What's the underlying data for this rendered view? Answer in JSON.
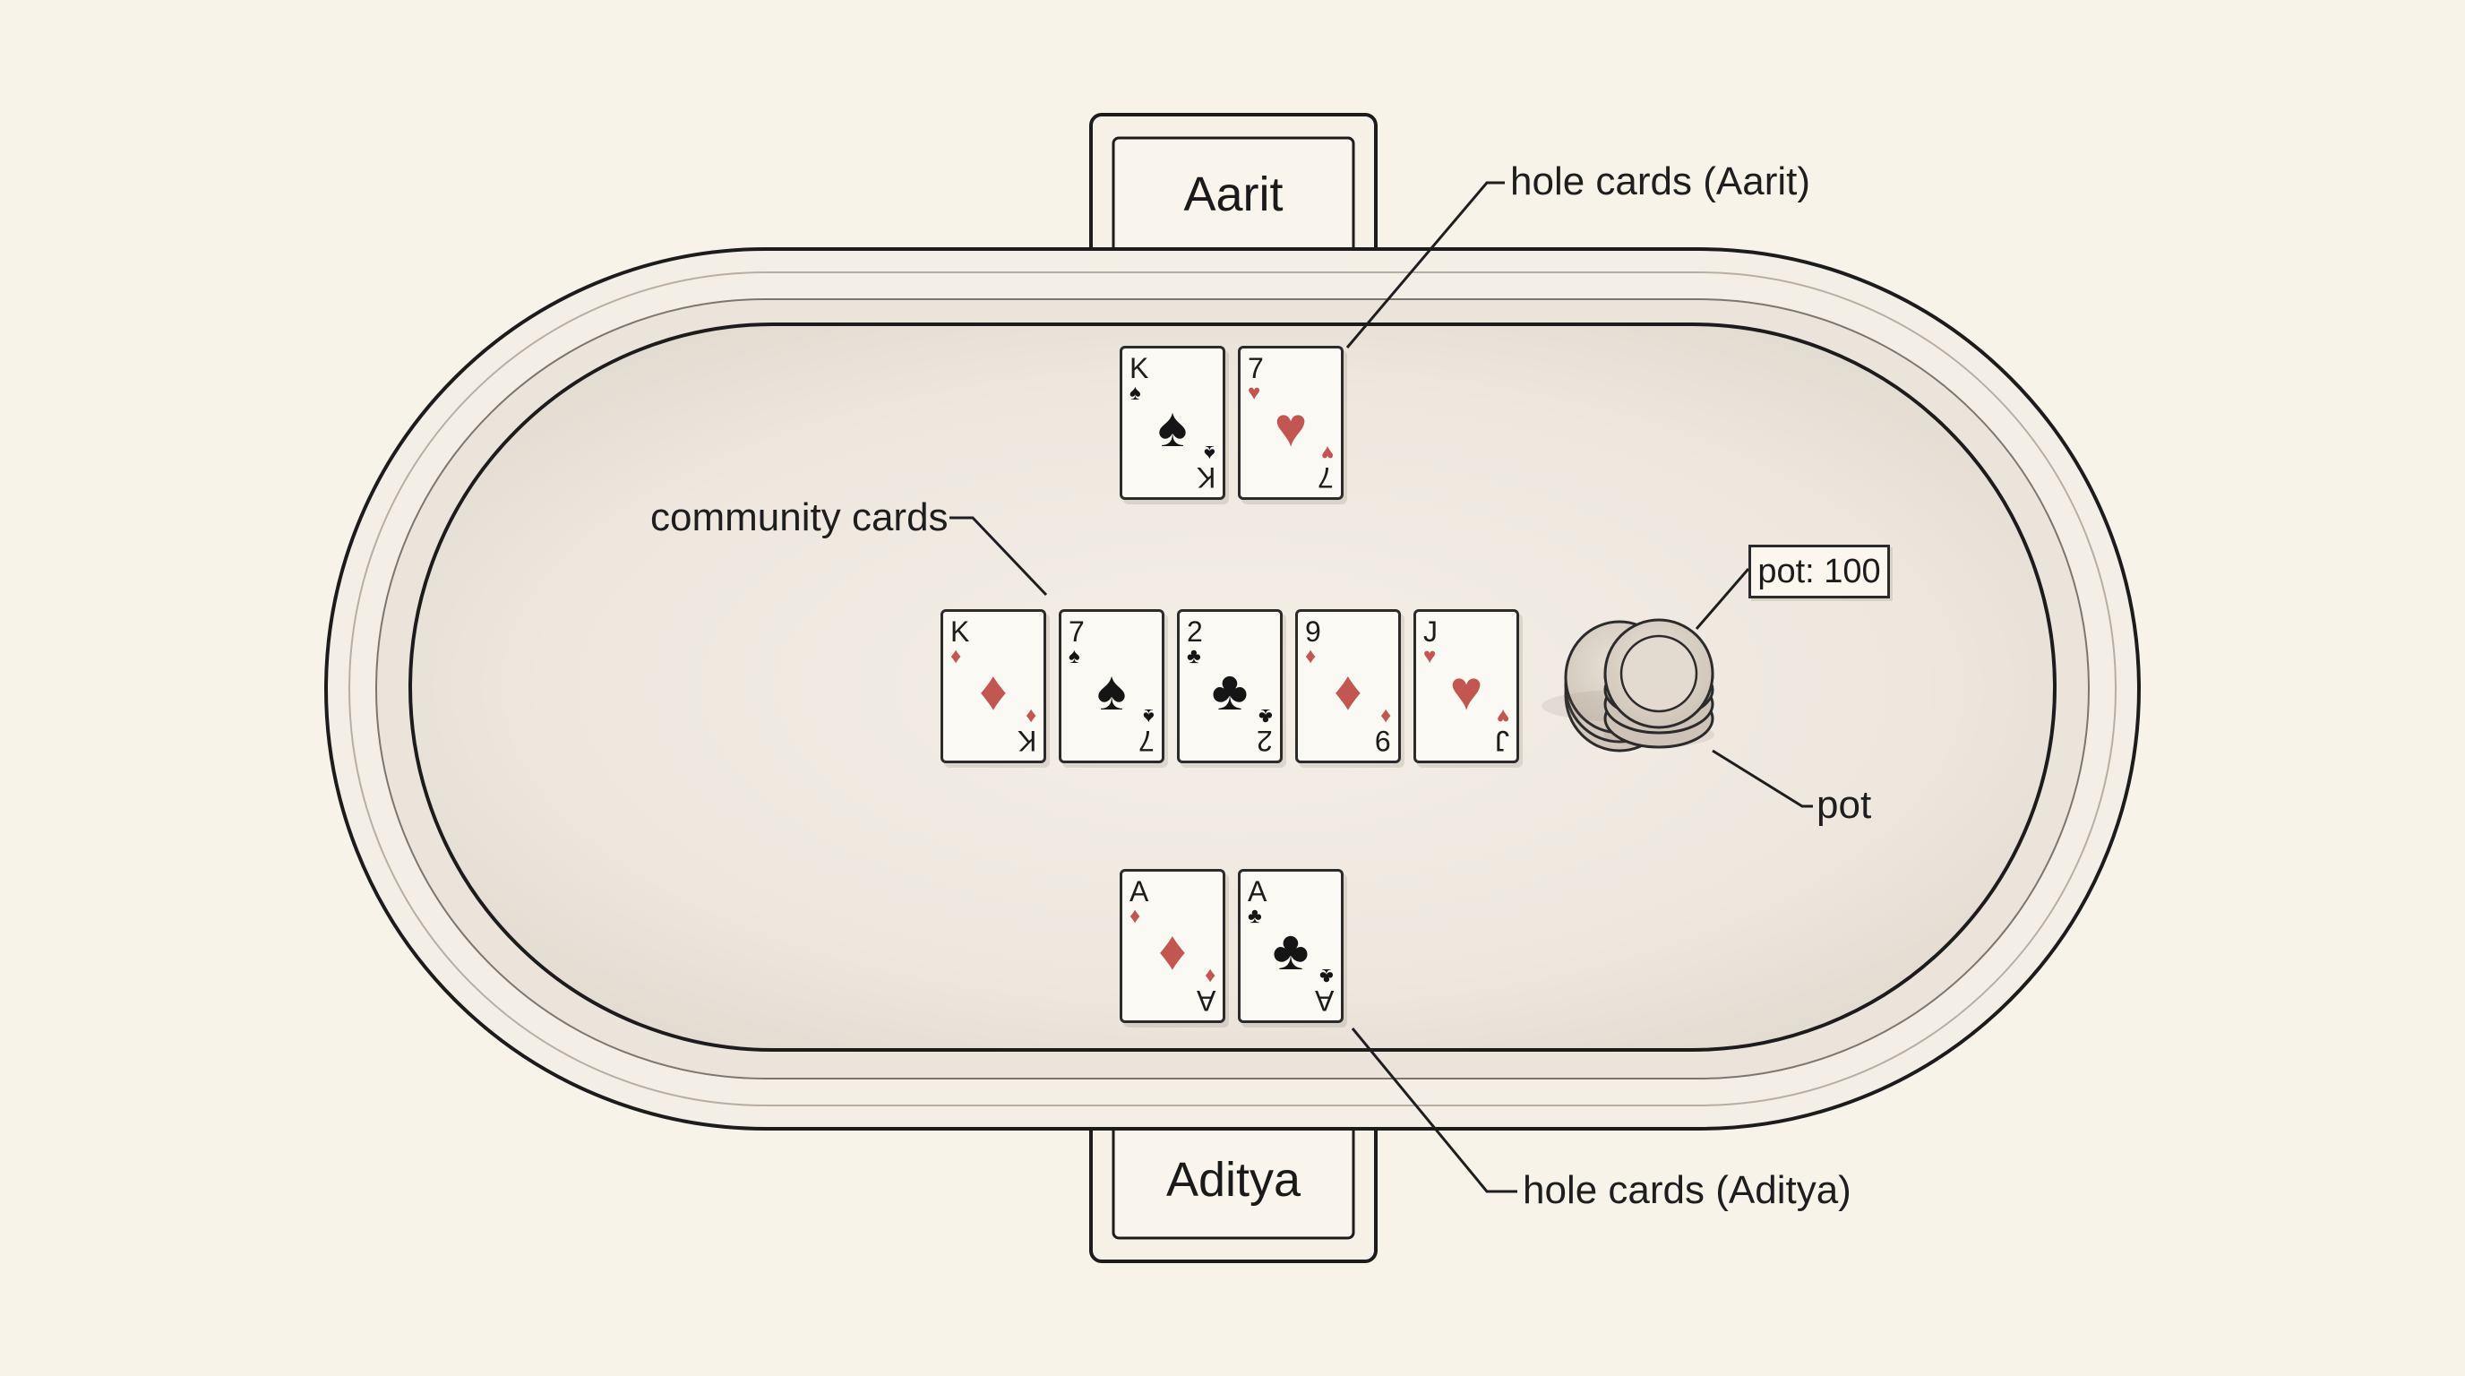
{
  "colors": {
    "background": "#f8f3e8",
    "felt": "#efe9e0",
    "line": "#1c1c1c",
    "red_suit": "#c25752",
    "black_suit": "#151515",
    "chip_fill": "#dcd3c8"
  },
  "seats": {
    "top": {
      "name": "Aarit"
    },
    "bottom": {
      "name": "Aditya"
    }
  },
  "cards": {
    "aarit_hole": [
      {
        "rank": "K",
        "suit": "spade"
      },
      {
        "rank": "7",
        "suit": "heart"
      }
    ],
    "community": [
      {
        "rank": "K",
        "suit": "diamond"
      },
      {
        "rank": "7",
        "suit": "spade"
      },
      {
        "rank": "2",
        "suit": "club"
      },
      {
        "rank": "9",
        "suit": "diamond"
      },
      {
        "rank": "J",
        "suit": "heart"
      }
    ],
    "aditya_hole": [
      {
        "rank": "A",
        "suit": "diamond"
      },
      {
        "rank": "A",
        "suit": "club"
      }
    ]
  },
  "suit_icons": {
    "spade": "spade-icon",
    "heart": "heart-icon",
    "diamond": "diamond-icon",
    "club": "club-icon"
  },
  "labels": {
    "hole_cards_aarit": "hole cards (Aarit)",
    "community_cards": "community cards",
    "pot_value": "pot: 100",
    "pot": "pot",
    "hole_cards_aditya": "hole cards (Aditya)"
  }
}
